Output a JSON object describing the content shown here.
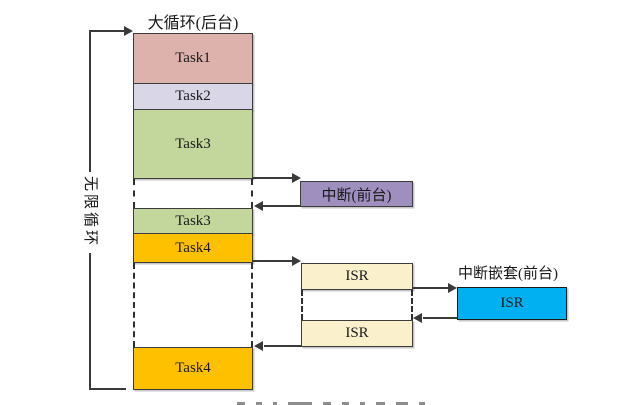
{
  "title": "大循环(后台)",
  "loop_label": "无限循环",
  "column": {
    "segments": [
      {
        "label": "Task1",
        "color": "#ddb1ac",
        "type": "task"
      },
      {
        "label": "Task2",
        "color": "#d9d7e7",
        "type": "task"
      },
      {
        "label": "Task3",
        "color": "#c3d69b",
        "type": "task"
      },
      {
        "label": "",
        "color": "",
        "type": "gap"
      },
      {
        "label": "Task3",
        "color": "#c3d69b",
        "type": "task"
      },
      {
        "label": "Task4",
        "color": "#ffc000",
        "type": "task"
      },
      {
        "label": "",
        "color": "",
        "type": "gap"
      },
      {
        "label": "Task4",
        "color": "#ffc000",
        "type": "task"
      }
    ]
  },
  "foreground": {
    "interrupt_label": "中断(前台)",
    "interrupt_color": "#9e8fbf",
    "isr_label_1": "ISR",
    "isr_label_2": "ISR",
    "isr_color": "#faf0cc"
  },
  "nested": {
    "caption": "中断嵌套(前台)",
    "isr_label": "ISR",
    "color": "#00b0f0"
  },
  "line_color": "#3a3a3a"
}
